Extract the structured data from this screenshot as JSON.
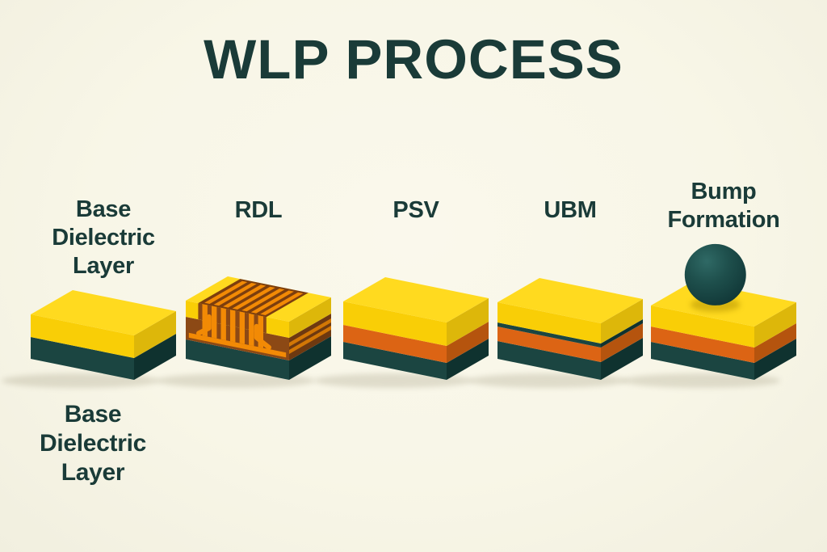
{
  "title": "WLP PROCESS",
  "colors": {
    "background": "#F8F6E8",
    "text": "#1A3B38",
    "yellow_top": "#FFDA1F",
    "yellow_front": "#F9CE06",
    "yellow_side": "#DDB70A",
    "orange_front": "#DC6414",
    "orange_side": "#B5540E",
    "teal_front": "#1B4541",
    "teal_side": "#0F322F",
    "brown_front": "#8C4915",
    "brown_side": "#6E3910",
    "brown_top": "#7C3E0E",
    "trace_orange": "#F28A05",
    "sphere_light": "#2F6965",
    "sphere_mid": "#1E4F4C",
    "sphere_dark": "#103636"
  },
  "steps": [
    {
      "id": "base-dielectric-layer",
      "label_lines": [
        "Base",
        "Dielectric",
        "Layer"
      ],
      "block": {
        "kind": "plain",
        "layers": [
          {
            "color": "teal",
            "h": 27
          },
          {
            "color": "yellow",
            "h": 28
          }
        ]
      }
    },
    {
      "id": "rdl",
      "label_lines": [
        "RDL"
      ],
      "block": {
        "kind": "rdl",
        "layers": [
          {
            "color": "teal",
            "h": 24
          },
          {
            "color": "brown",
            "h": 28
          },
          {
            "color": "yellow",
            "h": 20
          }
        ]
      }
    },
    {
      "id": "psv",
      "label_lines": [
        "PSV"
      ],
      "block": {
        "kind": "plain",
        "layers": [
          {
            "color": "teal",
            "h": 21
          },
          {
            "color": "orange",
            "h": 21
          },
          {
            "color": "yellow",
            "h": 29
          }
        ]
      }
    },
    {
      "id": "ubm",
      "label_lines": [
        "UBM"
      ],
      "block": {
        "kind": "plain",
        "layers": [
          {
            "color": "teal",
            "h": 22
          },
          {
            "color": "orange",
            "h": 18
          },
          {
            "color": "teal",
            "h": 5
          },
          {
            "color": "yellow",
            "h": 25
          }
        ]
      }
    },
    {
      "id": "bump-formation",
      "label_lines": [
        "Bump",
        "Formation"
      ],
      "block": {
        "kind": "plain",
        "sphere": {
          "color": "teal"
        },
        "layers": [
          {
            "color": "teal",
            "h": 21
          },
          {
            "color": "orange",
            "h": 19
          },
          {
            "color": "yellow",
            "h": 26
          }
        ]
      }
    }
  ],
  "caption": {
    "for_step": "base-dielectric-layer",
    "lines": [
      "Base",
      "Dielectric",
      "Layer"
    ]
  }
}
